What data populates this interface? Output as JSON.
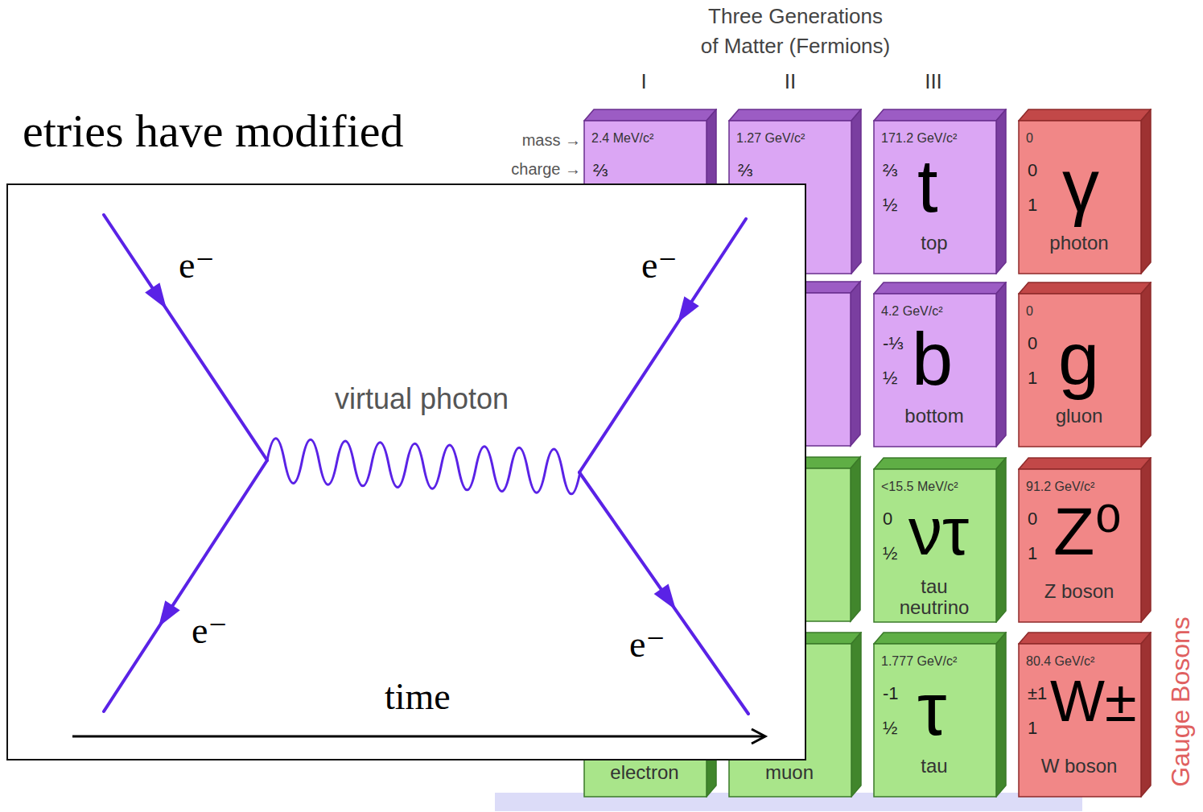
{
  "diagram": {
    "nodes": [
      {
        "text": [
          "2.4 MeV/c²",
          "⅔"
        ]
      },
      {
        "text": [
          "1.27 GeV/c²",
          "⅔"
        ]
      },
      {
        "text": [
          "171.2 GeV/c²",
          "⅔",
          "½",
          "t",
          "top"
        ]
      },
      {
        "text": [
          "0",
          "0",
          "1",
          "γ",
          "photon"
        ]
      },
      {
        "text": [
          "4.2 GeV/c²",
          "-⅓",
          "½",
          "b",
          "bottom"
        ]
      },
      {
        "text": [
          "0",
          "0",
          "1",
          "g",
          "gluon"
        ]
      },
      {
        "text": [
          "<15.5 MeV/c²",
          "0",
          "½",
          "ντ",
          "tau neutrino"
        ]
      },
      {
        "text": [
          "91.2 GeV/c²",
          "0",
          "1",
          "Z⁰",
          "Z boson"
        ]
      },
      {
        "text": [
          "electron"
        ]
      },
      {
        "text": [
          "muon"
        ]
      },
      {
        "text": [
          "1.777 GeV/c²",
          "-1",
          "½",
          "τ",
          "tau"
        ]
      },
      {
        "text": [
          "80.4 GeV/c²",
          "±1",
          "1",
          "W±",
          "W boson"
        ]
      },
      {
        "text": [
          "e⁻",
          "e⁻",
          "e⁻",
          "e⁻",
          "virtual photon",
          "time"
        ]
      }
    ],
    "labels": [
      "etries have modified",
      "Three Generations of Matter (Fermions)",
      "I",
      "II",
      "III",
      "mass →",
      "charge →",
      "Gauge Bosons"
    ]
  }
}
